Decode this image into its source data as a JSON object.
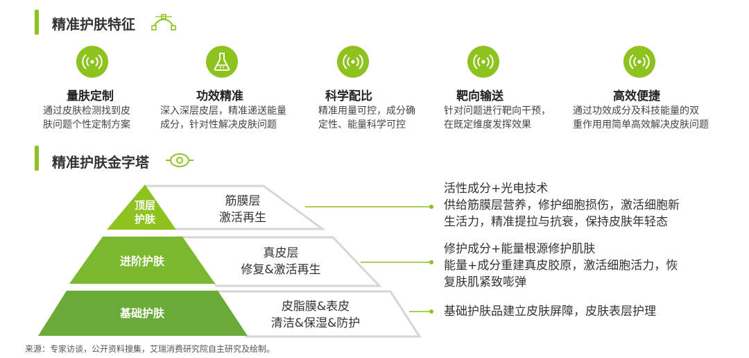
{
  "section1": {
    "title": "精准护肤特征"
  },
  "features": [
    {
      "title": "量肤定制",
      "desc": [
        "通过皮肤检测找到皮",
        "肤问题个性定制方案"
      ],
      "icon": "signal-icon"
    },
    {
      "title": "功效精准",
      "desc": [
        "深入深层皮层，精准递送能量",
        "成分，针对性解决皮肤问题"
      ],
      "icon": "flask-icon"
    },
    {
      "title": "科学配比",
      "desc": [
        "精准用量可控，成分确",
        "定性、能量科学可控"
      ],
      "icon": "signal-icon"
    },
    {
      "title": "靶向输送",
      "desc": [
        "针对问题进行靶向干预，",
        "在既定维度发挥效果"
      ],
      "icon": "signal-icon"
    },
    {
      "title": "高效便捷",
      "desc": [
        "通过功效成分及科技能量的双",
        "重作用用简单高效解决皮肤问题"
      ],
      "icon": "signal-icon"
    }
  ],
  "section2": {
    "title": "精准护肤金字塔"
  },
  "pyramid": {
    "levels": [
      {
        "label_lines": [
          "顶层",
          "护肤"
        ],
        "layer_lines": [
          "筋膜层",
          "激活再生"
        ],
        "note_lines": [
          "活性成分+光电技术",
          "供给筋膜层营养，修护细胞损伤，激活细胞新",
          "生活力，精准提拉与抗衰，保持皮肤年轻态"
        ]
      },
      {
        "label_lines": [
          "进阶护肤"
        ],
        "layer_lines": [
          "真皮层",
          "修复&激活再生"
        ],
        "note_lines": [
          "修护成分+能量根源修护肌肤",
          "能量+成分重建真皮胶原，激活细胞活力，恢",
          "复肤肌紧致嘭弹"
        ]
      },
      {
        "label_lines": [
          "基础护肤"
        ],
        "layer_lines": [
          "皮脂膜&表皮",
          "清洁&保湿&防护"
        ],
        "note_lines": [
          "基础护肤品建立皮肤屏障，皮肤表层护理"
        ]
      }
    ]
  },
  "source": "来源：专家访谈，公开资料搜集，艾瑞消费研究院自主研究及绘制。",
  "colors": {
    "accent": "#8dc21f",
    "pyramid": "#7cb82f",
    "gray": "#d9d9d9"
  }
}
